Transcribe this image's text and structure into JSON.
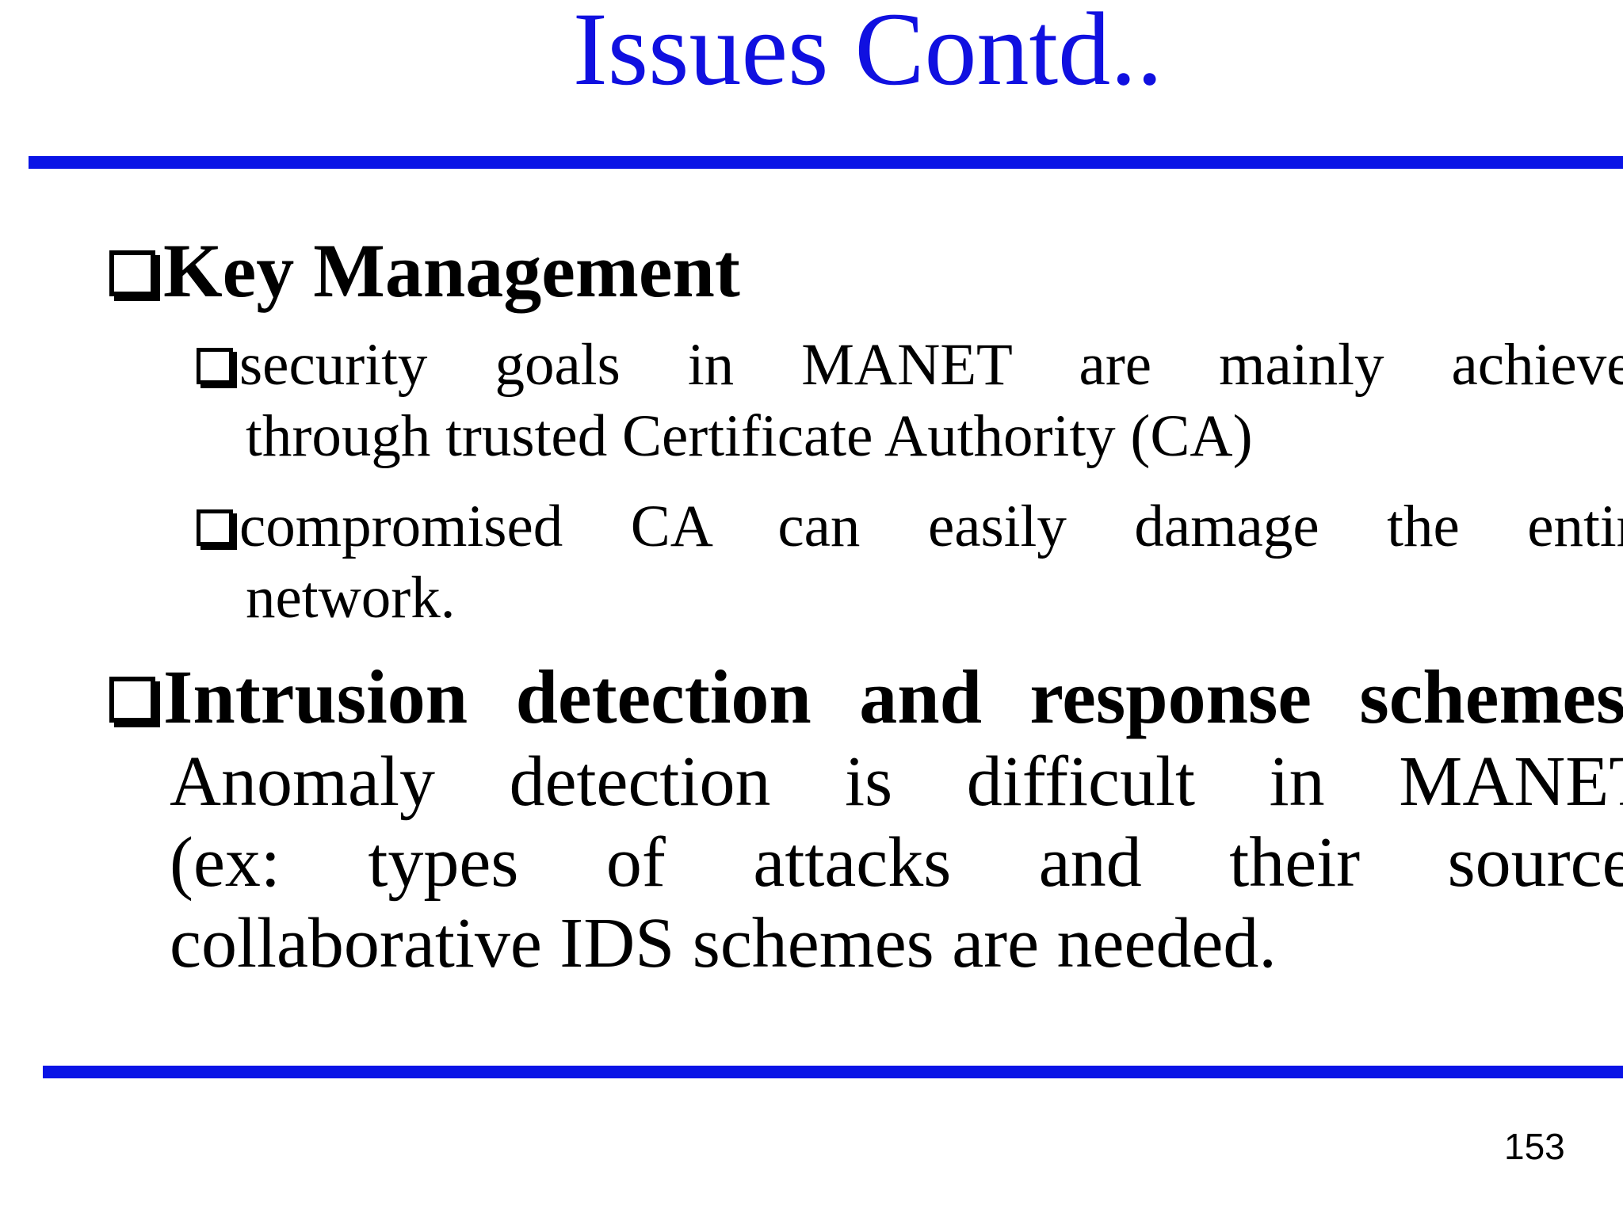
{
  "slide": {
    "title": "Issues Contd..",
    "accent_color": "#0a14e6",
    "title_color": "#1010e0",
    "bullet_icon": "hollow-square-icon",
    "key_management": {
      "heading": "Key Management",
      "sub_items": [
        {
          "line1": "security goals in MANET are mainly achieved",
          "line2": "through trusted Certificate Authority (CA)"
        },
        {
          "line1": "compromised CA can easily damage the entire",
          "line2": "network."
        }
      ]
    },
    "intrusion": {
      "heading": "Intrusion detection and response schemes",
      "colon": ":",
      "lines": [
        "Anomaly detection is difficult in MANETs",
        "(ex: types of attacks and their source).",
        "collaborative IDS schemes are needed."
      ]
    },
    "page_number": "153"
  }
}
